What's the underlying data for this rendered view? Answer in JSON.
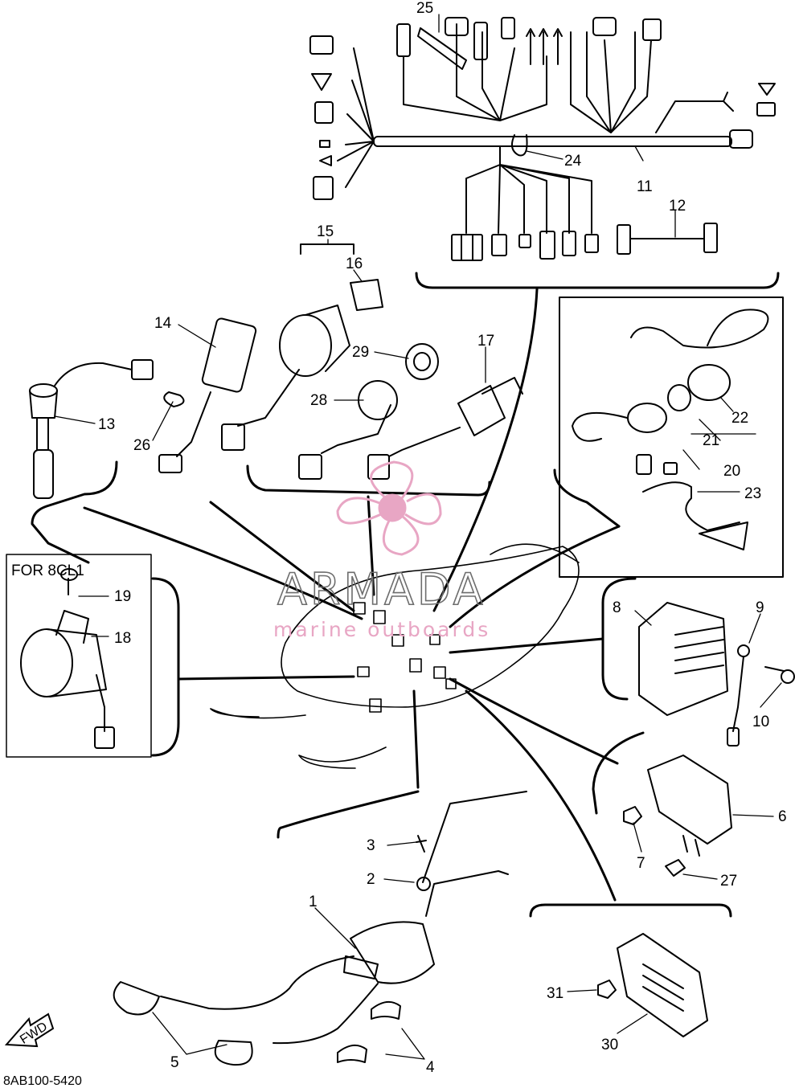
{
  "callouts": [
    "1",
    "2",
    "3",
    "4",
    "5",
    "6",
    "7",
    "8",
    "9",
    "10",
    "11",
    "12",
    "13",
    "14",
    "15",
    "16",
    "17",
    "18",
    "19",
    "20",
    "21",
    "22",
    "23",
    "24",
    "25",
    "26",
    "27",
    "28",
    "29",
    "30",
    "31"
  ],
  "inset_title": "FOR 8CL1",
  "watermark": {
    "brand": "ARMADA",
    "tagline": "marine outboards",
    "color": "#e8a6c4"
  },
  "fwd_label": "FWD",
  "drawing_code": "8AB100-5420"
}
